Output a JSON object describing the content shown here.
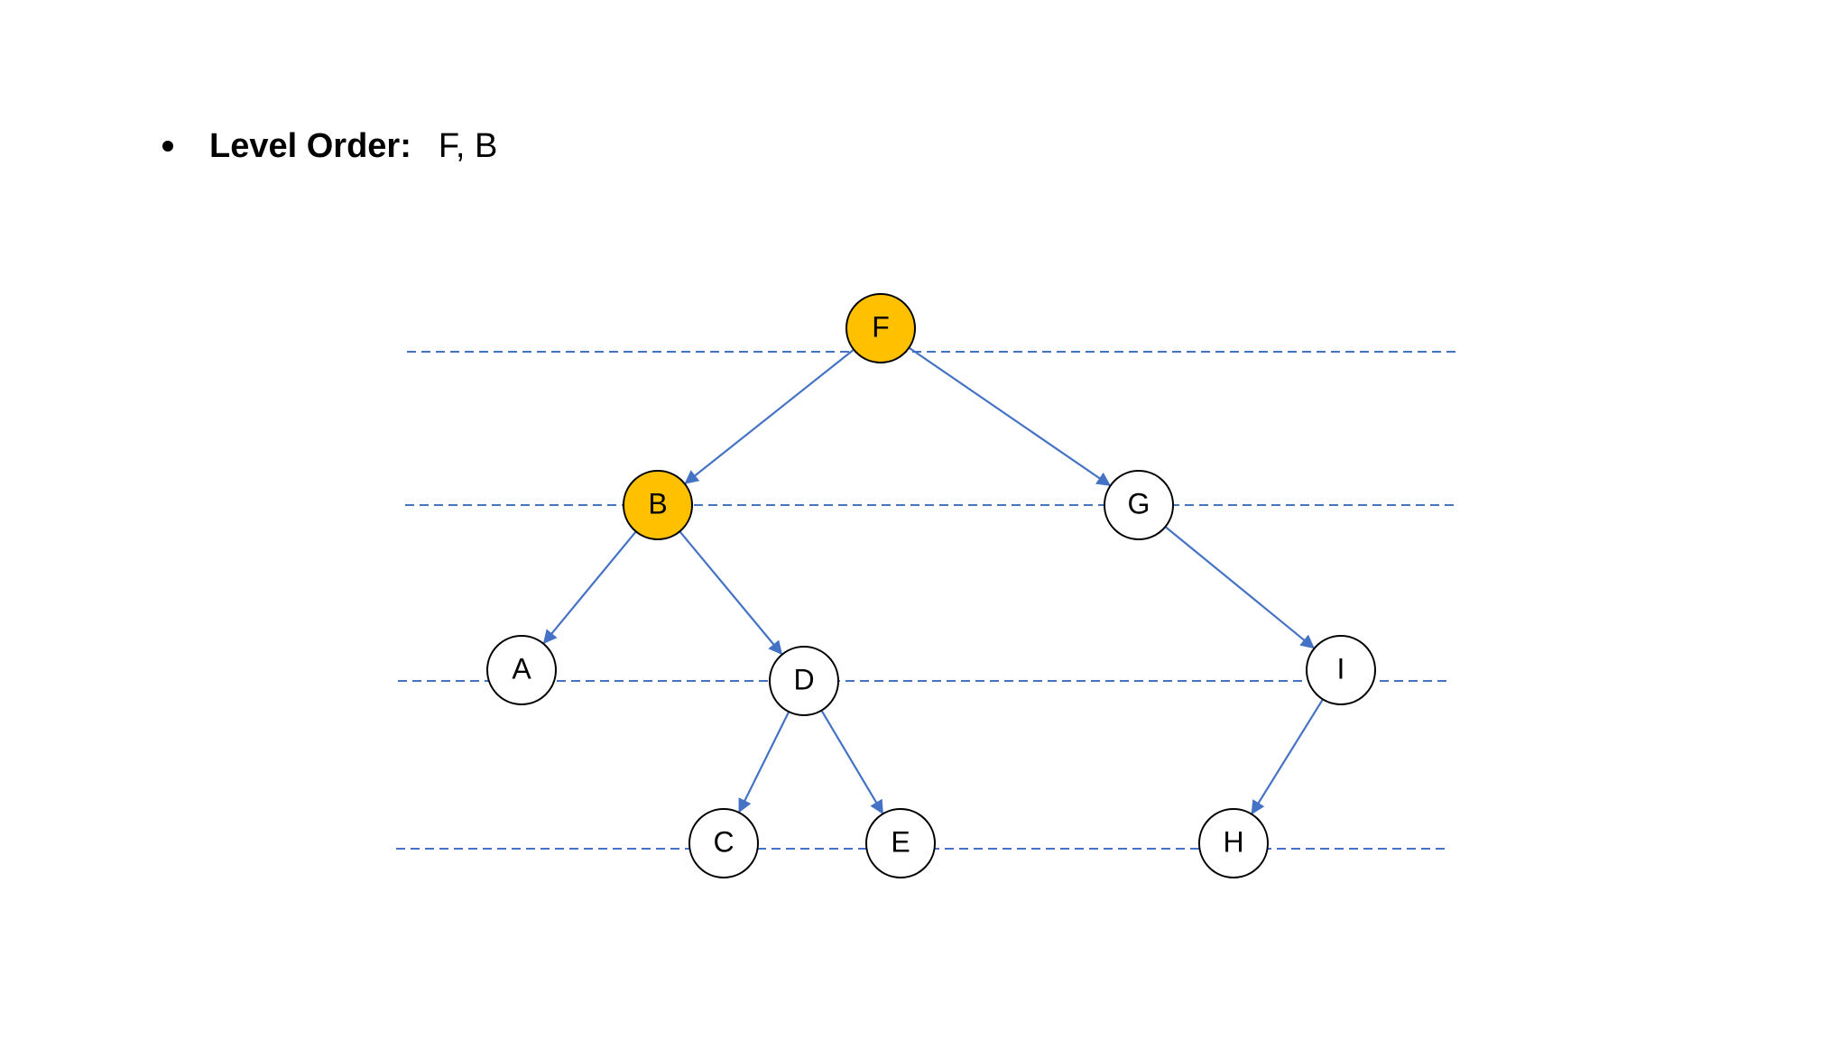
{
  "bullet": {
    "label": "Level Order:",
    "value": "F, B"
  },
  "colors": {
    "visited_fill": "#FFC000",
    "unvisited_fill": "#FFFFFF",
    "node_stroke": "#000000",
    "edge": "#4472C4",
    "level_line": "#4472C4"
  },
  "tree": {
    "nodes": [
      {
        "id": "F",
        "label": "F",
        "visited": true
      },
      {
        "id": "B",
        "label": "B",
        "visited": true
      },
      {
        "id": "G",
        "label": "G",
        "visited": false
      },
      {
        "id": "A",
        "label": "A",
        "visited": false
      },
      {
        "id": "D",
        "label": "D",
        "visited": false
      },
      {
        "id": "I",
        "label": "I",
        "visited": false
      },
      {
        "id": "C",
        "label": "C",
        "visited": false
      },
      {
        "id": "E",
        "label": "E",
        "visited": false
      },
      {
        "id": "H",
        "label": "H",
        "visited": false
      }
    ],
    "edges": [
      {
        "from": "F",
        "to": "B"
      },
      {
        "from": "F",
        "to": "G"
      },
      {
        "from": "B",
        "to": "A"
      },
      {
        "from": "B",
        "to": "D"
      },
      {
        "from": "G",
        "to": "I"
      },
      {
        "from": "D",
        "to": "C"
      },
      {
        "from": "D",
        "to": "E"
      },
      {
        "from": "I",
        "to": "H"
      }
    ]
  }
}
